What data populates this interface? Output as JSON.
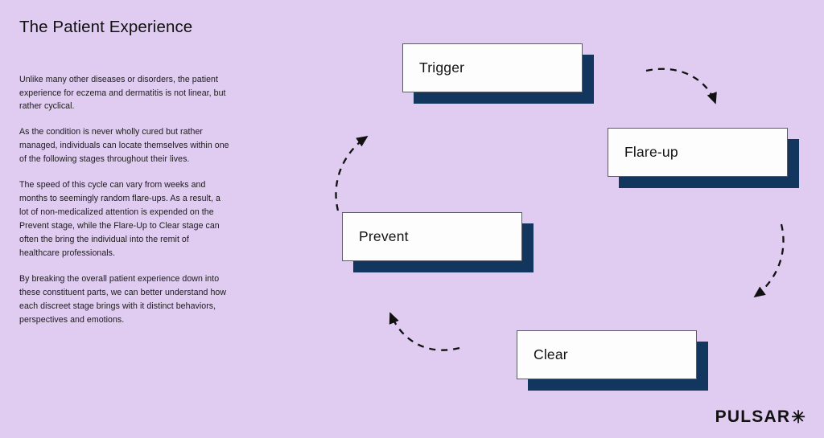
{
  "slide": {
    "title": "The Patient Experience",
    "background_color": "#e0ccf1",
    "paragraphs": [
      "Unlike many other diseases or disorders, the patient experience for eczema and dermatitis is not linear, but rather cyclical.",
      "As the condition is never wholly cured but rather managed, individuals can locate themselves within one of the following stages throughout their lives.",
      "The speed of this cycle can vary from weeks and months to seemingly random flare-ups. As a result, a lot of non-medicalized attention is expended on the Prevent stage, while the Flare-Up to Clear stage can often the bring the individual into the remit of healthcare professionals.",
      "By breaking the overall patient experience down into these constituent parts, we can better understand how each discreet stage brings with it distinct behaviors, perspectives and emotions."
    ]
  },
  "diagram": {
    "type": "cycle",
    "accent_color": "#12365d",
    "card_color": "#fdfdfd",
    "border_color": "#5b5b66",
    "stages": [
      {
        "id": "trigger",
        "label": "Trigger"
      },
      {
        "id": "flareup",
        "label": "Flare-up"
      },
      {
        "id": "clear",
        "label": "Clear"
      },
      {
        "id": "prevent",
        "label": "Prevent"
      }
    ],
    "connectors": [
      {
        "id": "trigger-to-flareup",
        "from": "Trigger",
        "to": "Flare-up",
        "style": "dashed-curved-arrow"
      },
      {
        "id": "flareup-to-clear",
        "from": "Flare-up",
        "to": "Clear",
        "style": "dashed-curved-arrow"
      },
      {
        "id": "clear-to-prevent",
        "from": "Clear",
        "to": "Prevent",
        "style": "dashed-curved-arrow"
      },
      {
        "id": "prevent-to-trigger",
        "from": "Prevent",
        "to": "Trigger",
        "style": "dashed-curved-arrow"
      }
    ]
  },
  "logo": {
    "text": "PULSAR",
    "mark": "✳"
  }
}
